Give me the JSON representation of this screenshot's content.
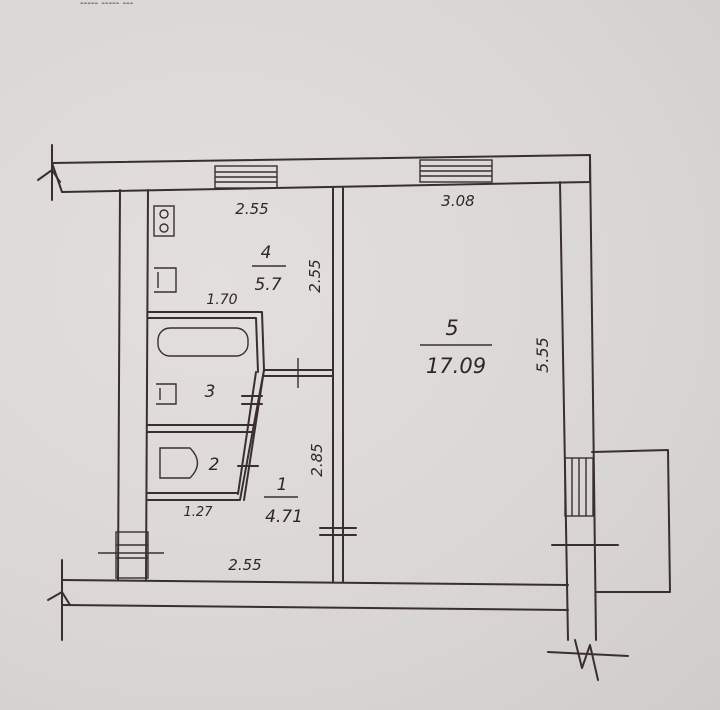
{
  "header_text": "----- ----- ---",
  "rooms": [
    {
      "number": "1",
      "area": "4.71"
    },
    {
      "number": "2",
      "area": ""
    },
    {
      "number": "3",
      "area": ""
    },
    {
      "number": "4",
      "area": "5.7"
    },
    {
      "number": "5",
      "area": "17.09"
    }
  ],
  "dimensions": {
    "top_left_width": "2.55",
    "top_right_width": "3.08",
    "kitchen_height": "2.55",
    "bath_width": "1.70",
    "room5_height": "5.55",
    "hall_height": "2.85",
    "wc_width": "1.27",
    "bottom_width": "2.55"
  },
  "colors": {
    "paper": "#dcd9d6",
    "ink": "#3a2f30"
  }
}
